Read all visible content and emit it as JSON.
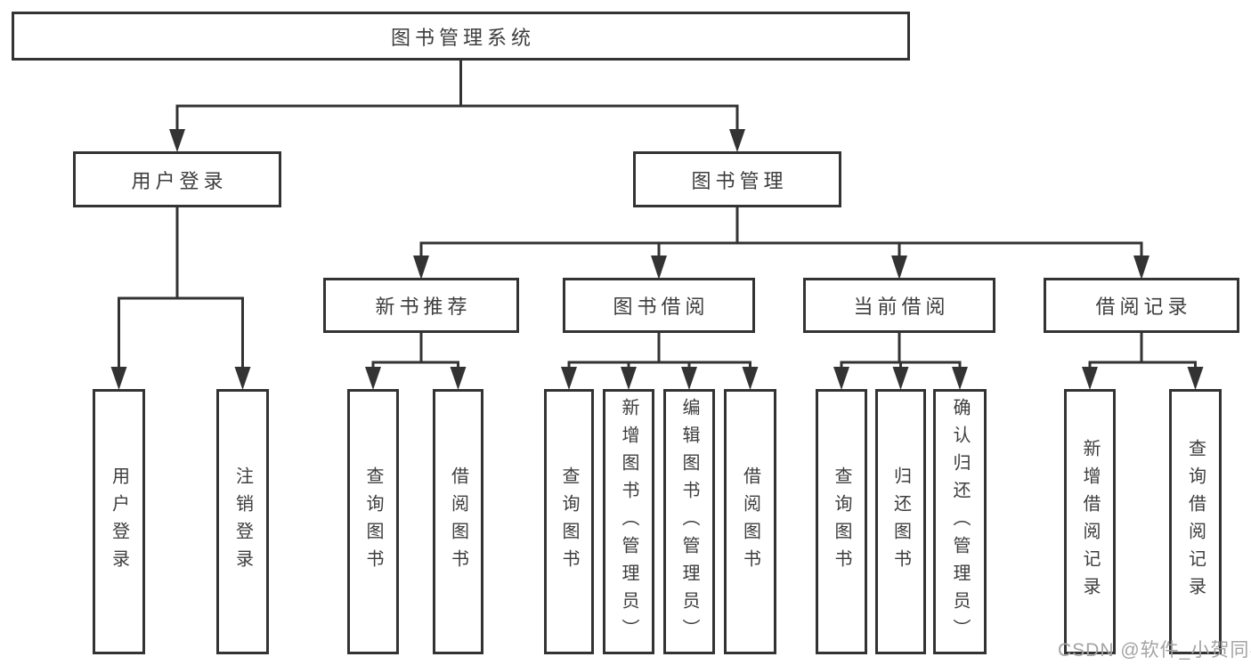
{
  "diagram_type": "feature-tree",
  "hierarchy": {
    "label": "图书管理系统",
    "children": [
      {
        "label": "用户登录",
        "children": [
          {
            "label": "用户登录"
          },
          {
            "label": "注销登录"
          }
        ]
      },
      {
        "label": "图书管理",
        "children": [
          {
            "label": "新书推荐",
            "children": [
              {
                "label": "查询图书"
              },
              {
                "label": "借阅图书"
              }
            ]
          },
          {
            "label": "图书借阅",
            "children": [
              {
                "label": "查询图书"
              },
              {
                "label": "新增图书（管理员）"
              },
              {
                "label": "编辑图书（管理员）"
              },
              {
                "label": "借阅图书"
              }
            ]
          },
          {
            "label": "当前借阅",
            "children": [
              {
                "label": "查询图书"
              },
              {
                "label": "归还图书"
              },
              {
                "label": "确认归还（管理员）"
              }
            ]
          },
          {
            "label": "借阅记录",
            "children": [
              {
                "label": "新增借阅记录"
              },
              {
                "label": "查询借阅记录"
              }
            ]
          }
        ]
      }
    ]
  },
  "watermark": "CSDN @软件_小贺同学",
  "colors": {
    "line": "#333333",
    "box_border": "#333333",
    "text": "#3d3d3d",
    "watermark": "#a3a3a3",
    "background": "#ffffff"
  }
}
